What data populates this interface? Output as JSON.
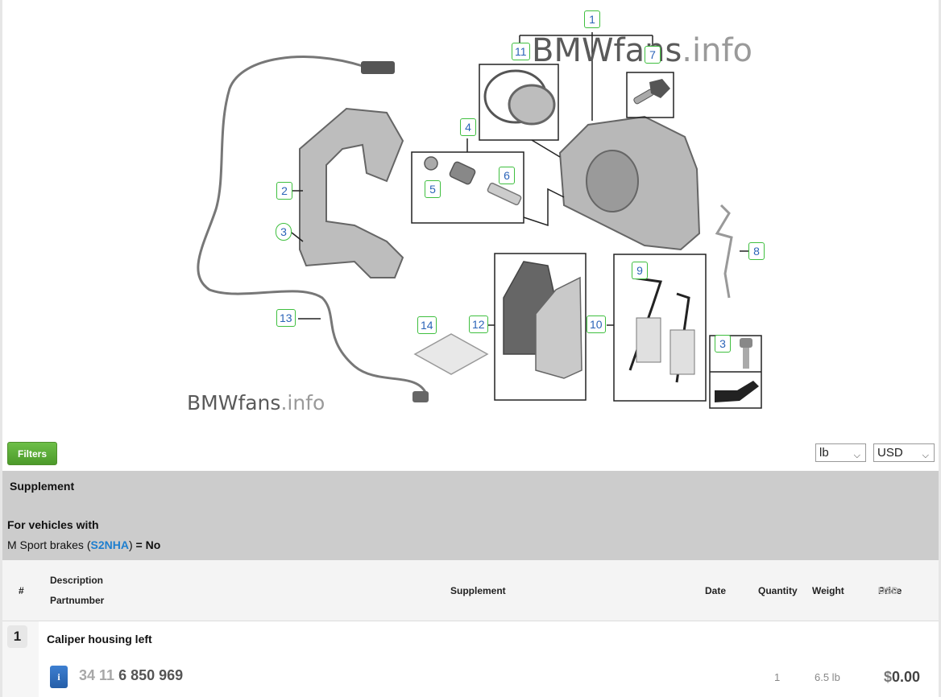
{
  "diagram": {
    "watermark_top": {
      "a": "BMWfans",
      "b": ".info"
    },
    "watermark_bottom": {
      "a": "BMWfans",
      "b": ".info"
    },
    "callouts": [
      {
        "id": "c1",
        "label": "1"
      },
      {
        "id": "c11",
        "label": "11"
      },
      {
        "id": "c7",
        "label": "7"
      },
      {
        "id": "c4",
        "label": "4"
      },
      {
        "id": "c5",
        "label": "5"
      },
      {
        "id": "c6",
        "label": "6"
      },
      {
        "id": "c2",
        "label": "2"
      },
      {
        "id": "c3a",
        "label": "3"
      },
      {
        "id": "c8",
        "label": "8"
      },
      {
        "id": "c9",
        "label": "9"
      },
      {
        "id": "c13",
        "label": "13"
      },
      {
        "id": "c14",
        "label": "14"
      },
      {
        "id": "c12",
        "label": "12"
      },
      {
        "id": "c10",
        "label": "10"
      },
      {
        "id": "c3b",
        "label": "3"
      }
    ]
  },
  "controls": {
    "filters_label": "Filters",
    "unit_selected": "lb",
    "currency_selected": "USD"
  },
  "supplement": {
    "title": "Supplement",
    "for_vehicles": "For vehicles with",
    "condition_name": "M Sport brakes (",
    "condition_code": "S2NHA",
    "condition_close": ")",
    "condition_value": " = No"
  },
  "table": {
    "headers": {
      "hash": "#",
      "description": "Description",
      "partnumber": "Partnumber",
      "supplement": "Supplement",
      "date": "Date",
      "quantity": "Quantity",
      "weight": "Weight",
      "price": "Price",
      "price_currency": "USD"
    },
    "rows": [
      {
        "num": "1",
        "description": "Caliper housing left",
        "info": "i",
        "part_prefix": "34 11",
        "part_main": "6 850 969",
        "quantity": "1",
        "weight": "6.5 lb",
        "price_symbol": "$",
        "price_value": "0.00"
      }
    ]
  }
}
